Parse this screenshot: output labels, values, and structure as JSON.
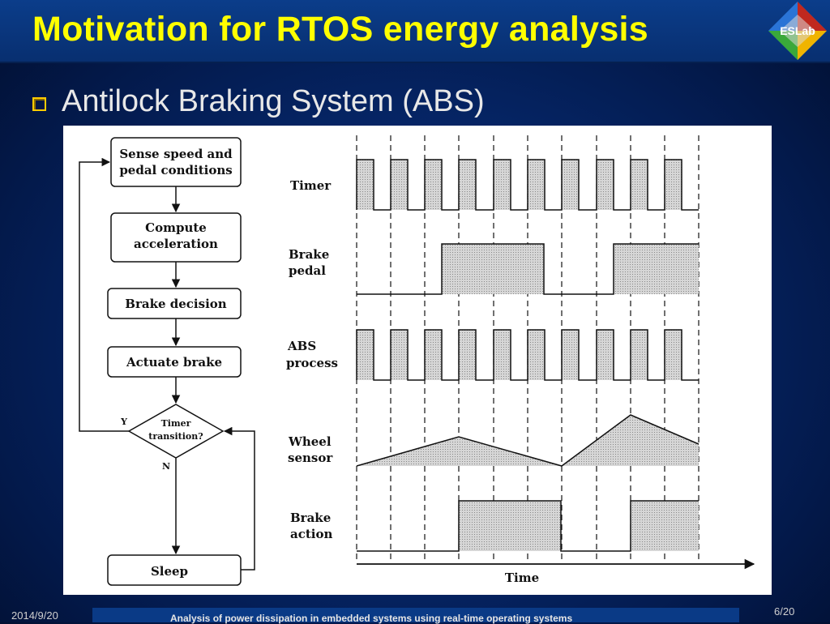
{
  "slide": {
    "title": "Motivation for RTOS energy analysis",
    "logo_text": "ESLab",
    "bullet": "Antilock Braking System (ABS)"
  },
  "flowchart": {
    "boxes": [
      {
        "line1": "Sense speed and",
        "line2": "pedal conditions"
      },
      {
        "line1": "Compute",
        "line2": "acceleration"
      },
      {
        "line1": "Brake decision",
        "line2": ""
      },
      {
        "line1": "Actuate brake",
        "line2": ""
      }
    ],
    "decision": {
      "line1": "Timer",
      "line2": "transition?",
      "yes": "Y",
      "no": "N"
    },
    "end": "Sleep"
  },
  "timing": {
    "signals": [
      {
        "line1": "Timer",
        "line2": ""
      },
      {
        "line1": "Brake",
        "line2": "pedal"
      },
      {
        "line1": "ABS",
        "line2": "process"
      },
      {
        "line1": "Wheel",
        "line2": "sensor"
      },
      {
        "line1": "Brake",
        "line2": "action"
      }
    ],
    "axis_label": "Time"
  },
  "footer": {
    "date": "2014/9/20",
    "title": "Analysis of power dissipation in embedded systems using real-time operating systems",
    "page": "6/20"
  },
  "colors": {
    "title": "#ffff00",
    "bullet_text": "#e8e8e8",
    "waveform_fill": "#c8c8c8"
  }
}
